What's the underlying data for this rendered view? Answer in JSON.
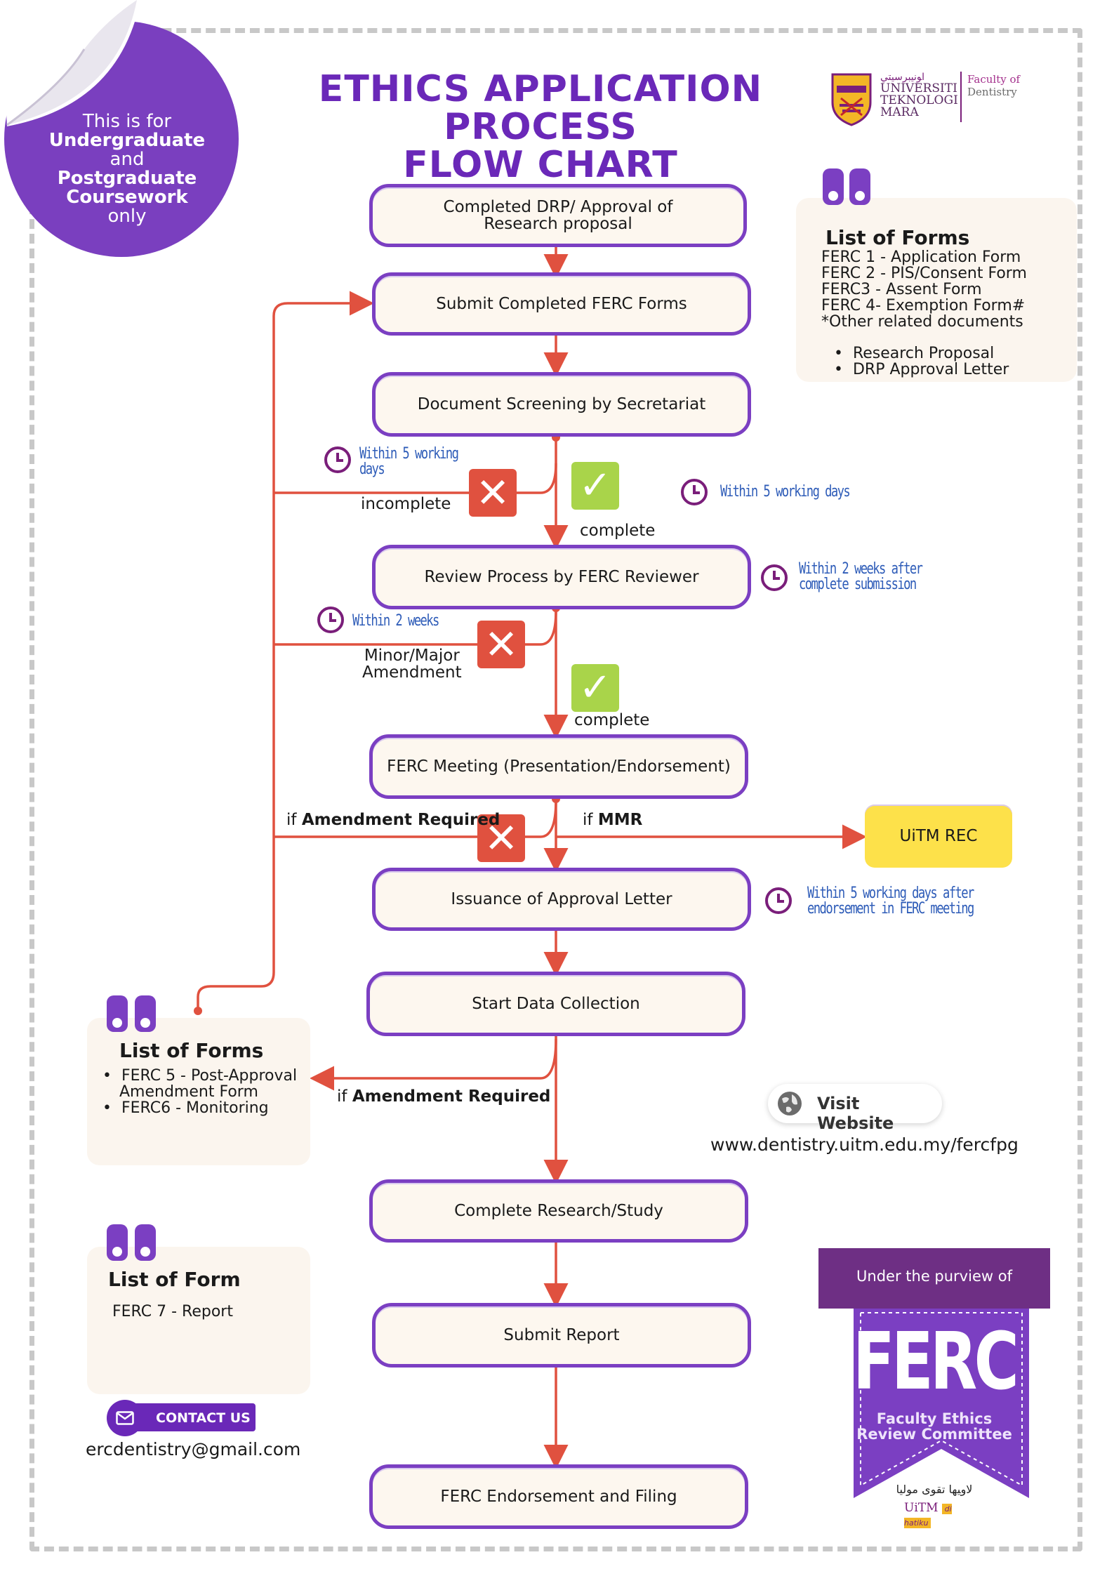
{
  "title": {
    "line1": "ETHICS APPLICATION PROCESS",
    "line2": "FLOW CHART"
  },
  "badge": {
    "l1": "This is for",
    "l2": "Undergraduate",
    "l3": "and",
    "l4": "Postgraduate",
    "l5": "Coursework",
    "l6": "only"
  },
  "logo": {
    "arabic": "ﺍﻮﻧﻴﺒﺮﺳﻴﺘﻲ",
    "line1": "UNIVERSITI",
    "line2": "TEKNOLOGI",
    "line3": "MARA",
    "faculty1": "Faculty of",
    "faculty2": "Dentistry"
  },
  "nodes": {
    "n1a": "Completed DRP/  Approval of",
    "n1b": "Research proposal",
    "n2": "Submit Completed FERC Forms",
    "n3": "Document Screening by Secretariat",
    "n4": "Review Process by FERC Reviewer",
    "n5": "FERC Meeting (Presentation/Endorsement)",
    "rec": "UiTM REC",
    "n6": "Issuance of Approval Letter",
    "n7": "Start Data Collection",
    "n8": "Complete Research/Study",
    "n9": "Submit Report",
    "n10": "FERC Endorsement and Filing"
  },
  "labels": {
    "incomplete": "incomplete",
    "complete1": "complete",
    "minor1": "Minor/Major",
    "minor2": "Amendment",
    "complete2": "complete",
    "if1": "if ",
    "amend": "Amendment Required",
    "if2": "if ",
    "mmr": "MMR",
    "if3": "if ",
    "amend2": "Amendment Required"
  },
  "notes": {
    "a1": "Within 5 working",
    "a2": "days",
    "b": "Within 5 working days",
    "c1": "Within 2 weeks after",
    "c2": "complete submission",
    "d": "Within 2 weeks",
    "e1": "Within 5 working days after",
    "e2": "endorsement in FERC meeting"
  },
  "forms1": {
    "heading": "List of Forms",
    "items": [
      "FERC 1 - Application Form",
      "FERC 2 - PIS/Consent Form",
      "FERC3 - Assent Form",
      "FERC 4- Exemption Form#",
      "*Other related documents"
    ],
    "bullets": [
      "Research Proposal",
      "DRP Approval Letter"
    ]
  },
  "forms2": {
    "heading": "List of Forms",
    "b1a": "FERC 5 - Post-Approval",
    "b1b": "Amendment Form",
    "b2": "FERC6 - Monitoring"
  },
  "forms3": {
    "heading": "List of Form",
    "item": "FERC 7 - Report"
  },
  "website": {
    "button": "Visit Website",
    "url": "www.dentistry.uitm.edu.my/fercfpg"
  },
  "contact": {
    "button": "CONTACT US",
    "email": "ercdentistry@gmail.com"
  },
  "ferc": {
    "top": "Under the purview of",
    "big": "FERC",
    "sub1": "Faculty Ethics",
    "sub2": "Review Committee",
    "arabic": "ﻟﺎﻭﻴﻬﺎ ﺗﻘﻮﻯ ﻣﻮﻟﻴﺎ",
    "uitm": "UiTM",
    "tag": "di hatiku"
  },
  "colors": {
    "purple": "#7b3fc2",
    "arrow": "#e0513f",
    "note": "#2e5cb8",
    "rec": "#fde14a"
  }
}
